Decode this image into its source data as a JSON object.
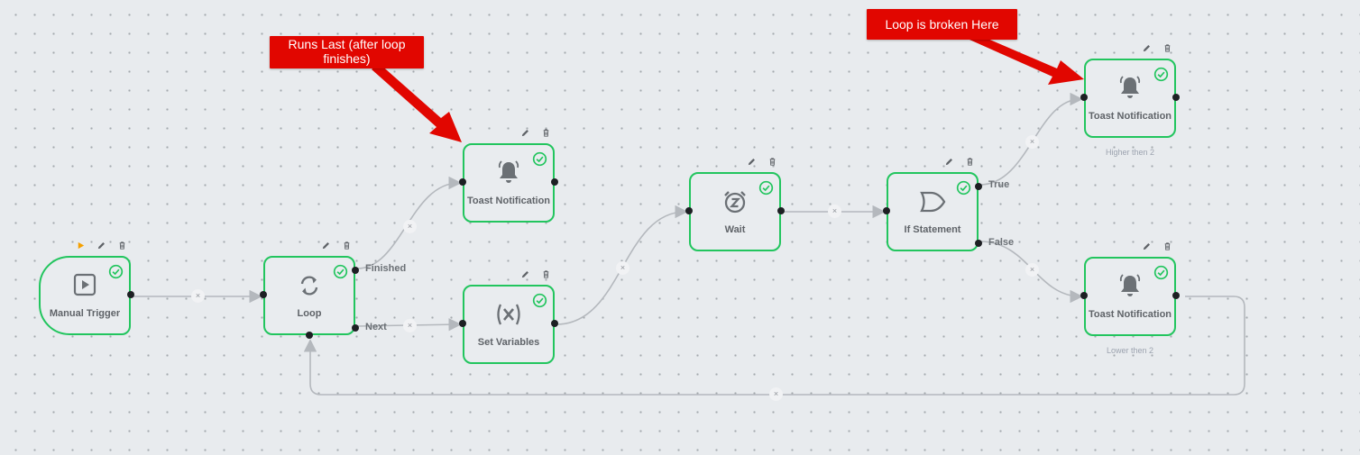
{
  "nodes": {
    "manual_trigger": {
      "label": "Manual Trigger"
    },
    "loop": {
      "label": "Loop"
    },
    "toast_finished": {
      "label": "Toast Notification"
    },
    "set_variables": {
      "label": "Set Variables"
    },
    "wait": {
      "label": "Wait"
    },
    "if_statement": {
      "label": "If Statement"
    },
    "toast_higher": {
      "label": "Toast Notification",
      "sublabel": "Higher then 2"
    },
    "toast_lower": {
      "label": "Toast Notification",
      "sublabel": "Lower then 2"
    }
  },
  "ports": {
    "finished": "Finished",
    "next": "Next",
    "true": "True",
    "false": "False"
  },
  "edge_delete_glyph": "×",
  "icons": {
    "run": "play-icon",
    "edit": "pencil-icon",
    "delete": "trash-icon",
    "status": "check-circle-icon",
    "trigger": "play-square-icon",
    "loop": "refresh-icon",
    "toast": "bell-icon",
    "variables": "variable-icon",
    "wait": "alarm-clock-icon",
    "if": "logic-gate-icon"
  },
  "colors": {
    "success": "#22c55e",
    "callout": "#e10600",
    "edge": "#b4b8bd",
    "run": "#f5a000"
  },
  "annotations": {
    "runs_last": "Runs Last (after loop finishes)",
    "loop_broken": "Loop is broken Here"
  }
}
